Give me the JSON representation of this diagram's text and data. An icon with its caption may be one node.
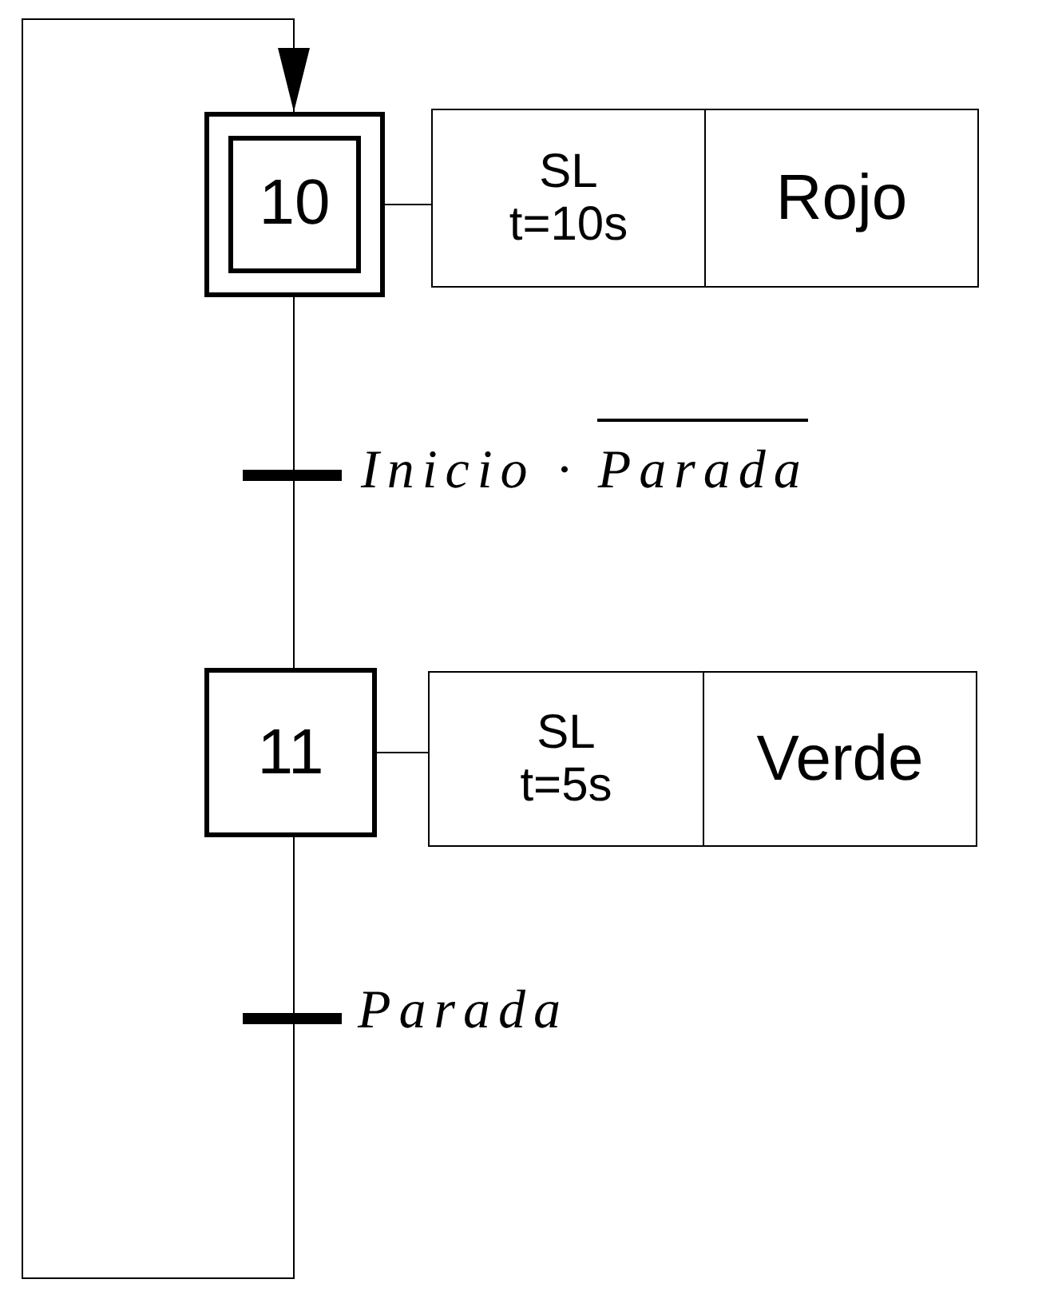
{
  "diagram": {
    "nodes": [
      {
        "text": [
          "10"
        ]
      },
      {
        "text": [
          "SL t=10s"
        ]
      },
      {
        "text": [
          "Rojo"
        ]
      },
      {
        "text": [],
        "shape": "bar",
        "beside": [
          "Inicio ·",
          "Parada"
        ]
      },
      {
        "text": [
          "11"
        ]
      },
      {
        "text": [
          "SL t=5s"
        ]
      },
      {
        "text": [
          "Verde"
        ]
      },
      {
        "text": [],
        "shape": "bar",
        "beside": [
          "Parada"
        ]
      }
    ],
    "edges": [
      {
        "from": 0,
        "to": 1,
        "arrow": "none"
      },
      {
        "from": 0,
        "to": 3,
        "arrow": "none"
      },
      {
        "from": 3,
        "to": 4,
        "arrow": "none"
      },
      {
        "from": 4,
        "to": 5,
        "arrow": "none"
      },
      {
        "from": 4,
        "to": 7,
        "arrow": "none"
      },
      {
        "from": 7,
        "to": 0,
        "arrow": "to"
      }
    ]
  }
}
